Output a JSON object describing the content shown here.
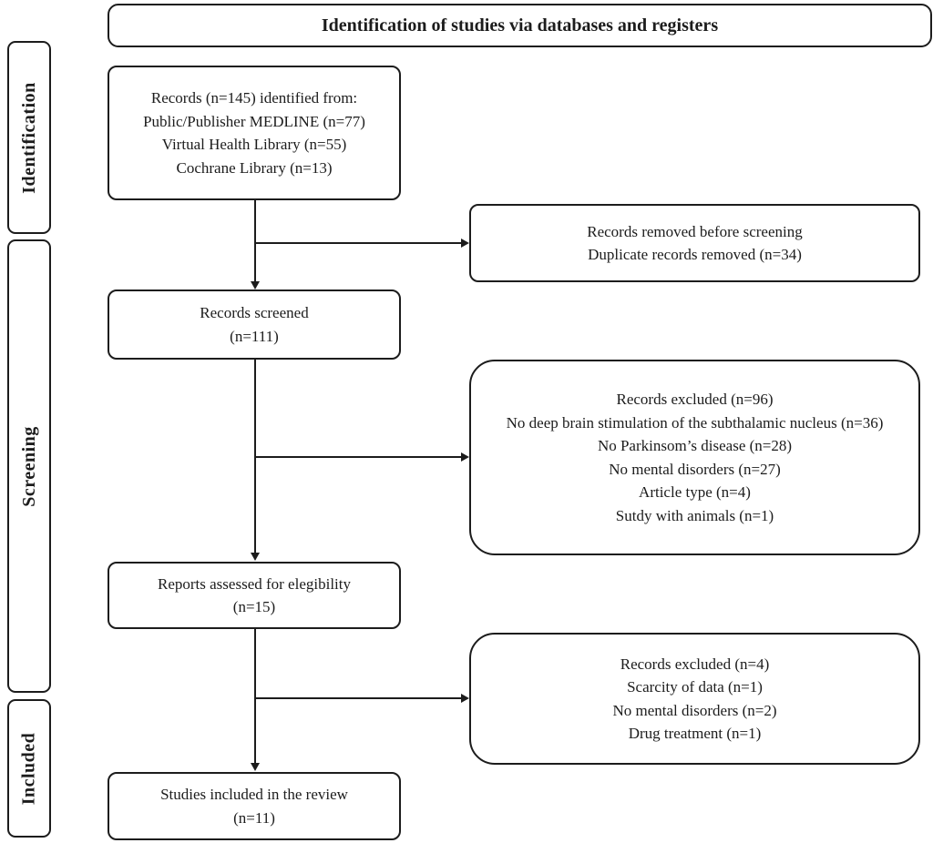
{
  "title": "Identification of studies via databases and registers",
  "sidebar": {
    "identification": "Identification",
    "screening": "Screening",
    "included": "Included"
  },
  "boxes": {
    "records_identified": {
      "lines": [
        "Records (n=145) identified from:",
        "Public/Publisher MEDLINE (n=77)",
        "Virtual Health Library (n=55)",
        "Cochrane Library (n=13)"
      ]
    },
    "records_removed": {
      "lines": [
        "Records removed before screening",
        "Duplicate records removed (n=34)"
      ]
    },
    "records_screened": {
      "lines": [
        "Records screened",
        "(n=111)"
      ]
    },
    "records_excluded_screening": {
      "lines": [
        "Records excluded (n=96)",
        "No deep brain stimulation of the subthalamic nucleus (n=36)",
        "No Parkinsom’s disease (n=28)",
        "No mental disorders (n=27)",
        "Article type (n=4)",
        "Sutdy with animals (n=1)"
      ]
    },
    "reports_assessed": {
      "lines": [
        "Reports assessed for elegibility",
        "(n=15)"
      ]
    },
    "records_excluded_eligibility": {
      "lines": [
        "Records excluded (n=4)",
        "Scarcity of data (n=1)",
        "No mental disorders (n=2)",
        "Drug treatment (n=1)"
      ]
    },
    "studies_included": {
      "lines": [
        "Studies included in the review",
        "(n=11)"
      ]
    }
  },
  "colors": {
    "border": "#1c1c1c",
    "bg": "#ffffff",
    "text": "#1c1c1c"
  }
}
